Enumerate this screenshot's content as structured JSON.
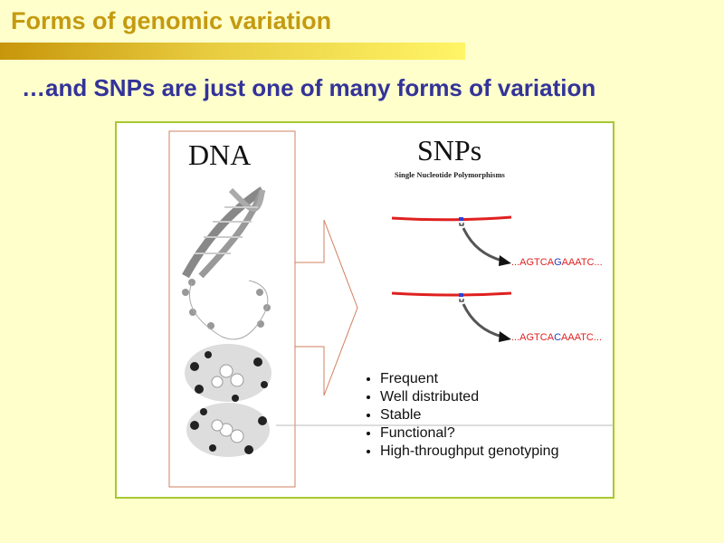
{
  "slide": {
    "title": "Forms of genomic variation",
    "subtitle": "…and SNPs are just one of many forms of variation"
  },
  "figure": {
    "dna_label": "DNA",
    "snps_label": "SNPs",
    "snps_subtitle": "Single Nucleotide Polymorphisms",
    "seq1": {
      "pre": "...AGTCA",
      "snp": "G",
      "post": "AAATC..."
    },
    "seq2": {
      "pre": "...AGTCA",
      "snp": "C",
      "post": "AAATC..."
    },
    "bullets": [
      "Frequent",
      "Well distributed",
      "Stable",
      "Functional?",
      "High-throughput genotyping"
    ]
  }
}
